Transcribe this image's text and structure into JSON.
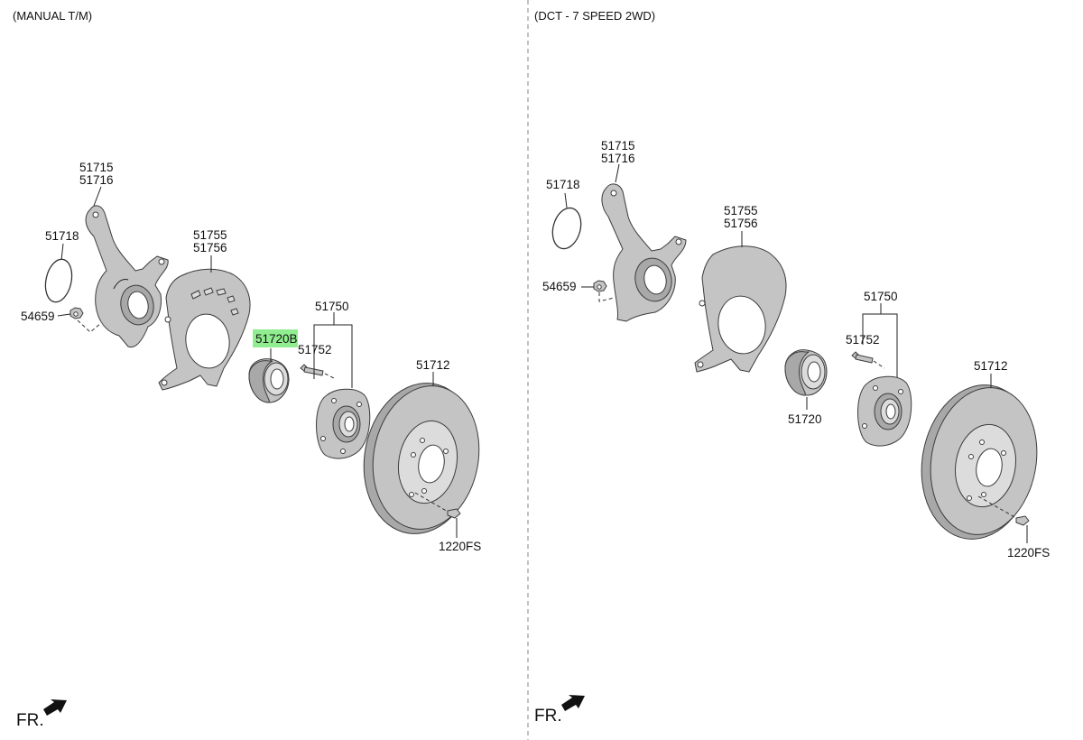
{
  "panels": {
    "left": {
      "header": "(MANUAL T/M)",
      "fr_label": "FR.",
      "labels": {
        "knuckle_a": "51715",
        "knuckle_b": "51716",
        "snap_ring": "51718",
        "nut": "54659",
        "dust_cover_a": "51755",
        "dust_cover_b": "51756",
        "hub_assy": "51750",
        "bearing": "51720B",
        "hub_bolt": "51752",
        "disc": "51712",
        "screw": "1220FS"
      },
      "highlight": {
        "part": "bearing",
        "color": "#90ee90"
      }
    },
    "right": {
      "header": "(DCT - 7 SPEED 2WD)",
      "fr_label": "FR.",
      "labels": {
        "knuckle_a": "51715",
        "knuckle_b": "51716",
        "snap_ring": "51718",
        "nut": "54659",
        "dust_cover_a": "51755",
        "dust_cover_b": "51756",
        "hub_assy": "51750",
        "bearing": "51720",
        "hub_bolt": "51752",
        "disc": "51712",
        "screw": "1220FS"
      }
    }
  },
  "icons": {
    "front_arrow": "arrow-front-icon"
  },
  "colors": {
    "part_fill": "#c4c4c4",
    "highlight": "#90ee90",
    "divider": "#999999"
  }
}
